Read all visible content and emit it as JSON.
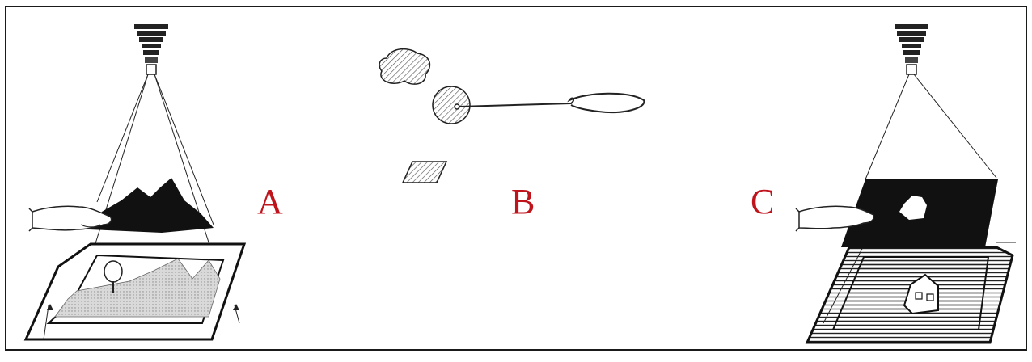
{
  "labels": {
    "a": "A",
    "b": "B",
    "c": "C"
  },
  "colors": {
    "label_red": "#c0141d",
    "ink": "#1a1a1a",
    "hatch_gray": "#bdbdbd",
    "paper": "#ffffff"
  }
}
